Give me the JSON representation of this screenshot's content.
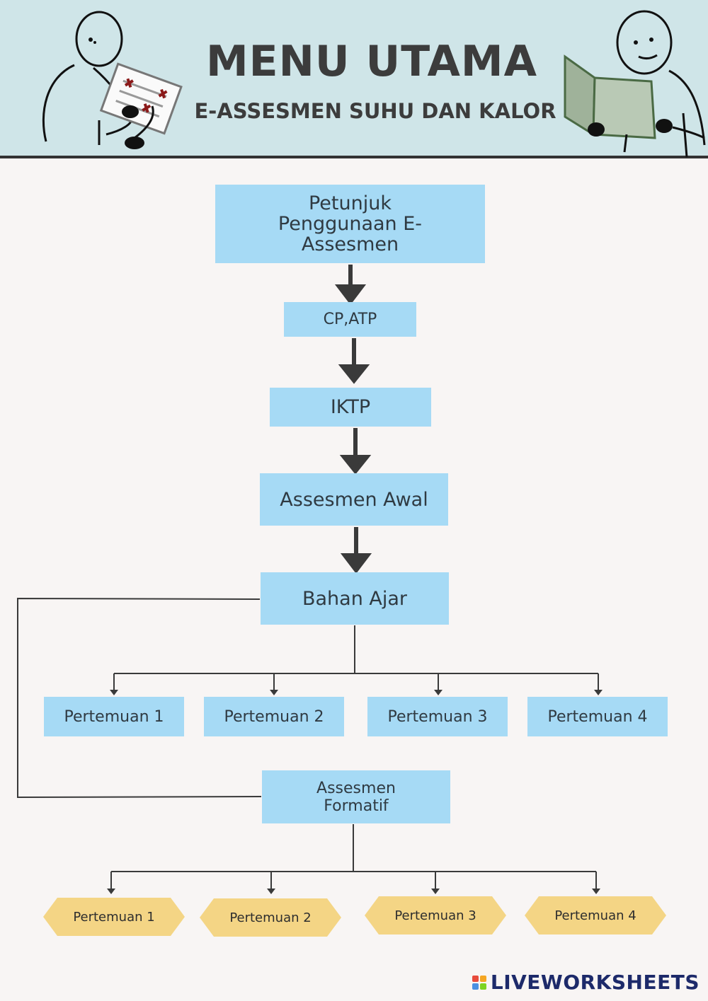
{
  "header": {
    "title": "MENU UTAMA",
    "subtitle": "E-ASSESMEN SUHU DAN KALOR"
  },
  "flow": {
    "petunjuk": "Petunjuk\nPenggunaan E-\nAssesmen",
    "cp_atp": "CP,ATP",
    "iktp": "IKTP",
    "assesmen_awal": "Assesmen Awal",
    "bahan_ajar": "Bahan Ajar",
    "bahan_ajar_children": [
      "Pertemuan 1",
      "Pertemuan 2",
      "Pertemuan 3",
      "Pertemuan 4"
    ],
    "assesmen_formatif": "Assesmen\nFormatif",
    "formatif_children": [
      "Pertemuan 1",
      "Pertemuan 2",
      "Pertemuan 3",
      "Pertemuan 4"
    ]
  },
  "colors": {
    "header_bg": "#cfe5e8",
    "box_blue": "#a6daf5",
    "hex_yellow": "#f4d585",
    "arrow": "#3a3a3a"
  },
  "brand": {
    "logo_text": "LIVEWORKSHEETS",
    "logo_icon": "liveworksheets-logo-icon"
  }
}
